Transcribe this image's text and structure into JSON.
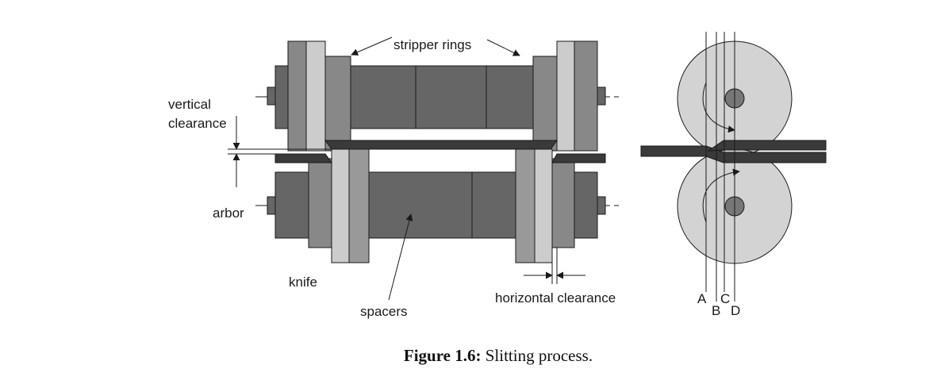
{
  "labels": {
    "stripper_rings": "stripper rings",
    "vertical_clearance_line1": "vertical",
    "vertical_clearance_line2": "clearance",
    "arbor": "arbor",
    "knife": "knife",
    "spacers": "spacers",
    "horizontal_clearance": "horizontal clearance",
    "line_a": "A",
    "line_b": "B",
    "line_c": "C",
    "line_d": "D"
  },
  "caption": {
    "label": "Figure 1.6:",
    "text": " Slitting process."
  },
  "colors": {
    "dark_block": "#666666",
    "strip": "#3a3a3a",
    "stripper_ring": "#cccccc",
    "knife": "#999999",
    "roll_face": "#d3d3d3",
    "roll_hub": "#777777"
  }
}
